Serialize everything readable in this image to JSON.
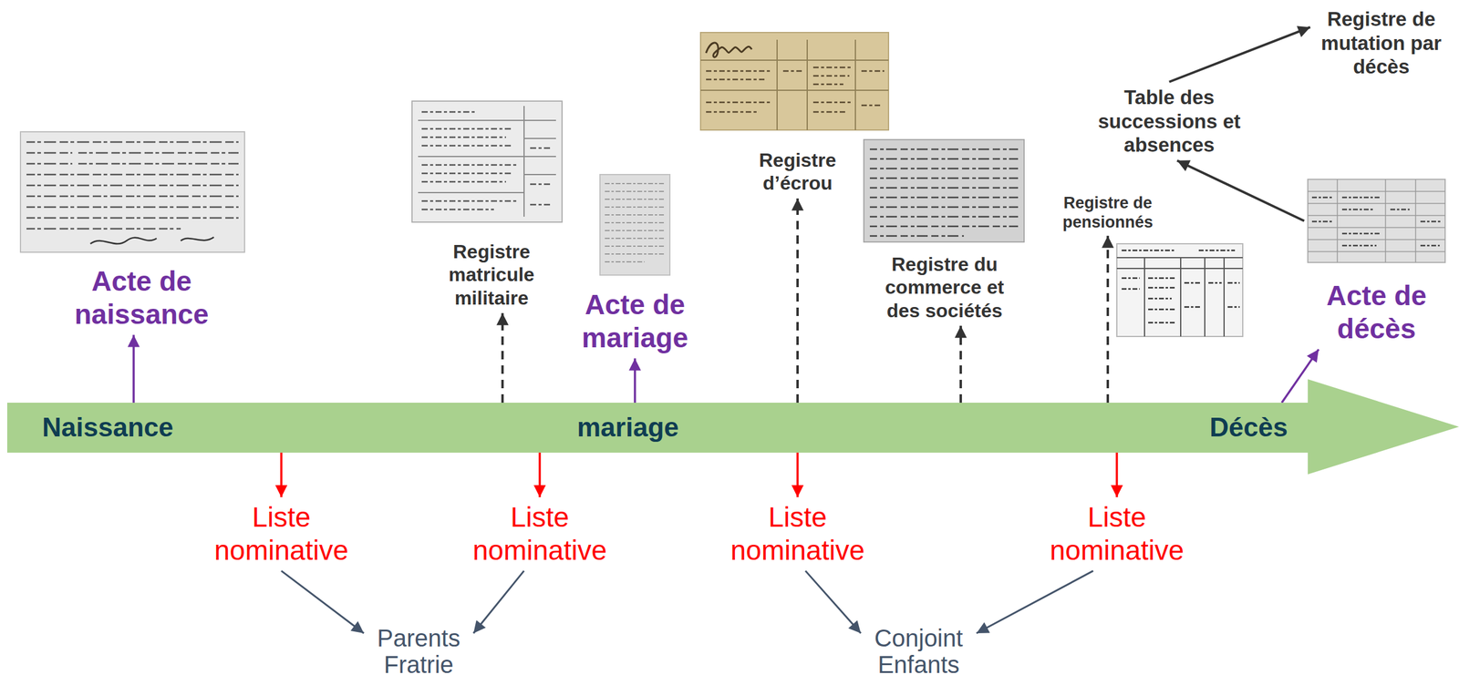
{
  "diagram": {
    "nodes": [
      {
        "text": [
          "Registre de mutation par décès"
        ]
      },
      {
        "text": [
          "Table des successions et absences"
        ]
      },
      {
        "text": [
          "Registre d’écrou"
        ]
      },
      {
        "text": [
          "Registre de pensionnés"
        ]
      },
      {
        "text": [
          "Acte de naissance"
        ]
      },
      {
        "text": [
          "Registre matricule militaire"
        ]
      },
      {
        "text": [
          "Registre du commerce et des sociétés"
        ]
      },
      {
        "text": [
          "Acte de mariage"
        ]
      },
      {
        "text": [
          "Acte de décès"
        ]
      },
      {
        "text": [
          "Naissance",
          "mariage",
          "Décès"
        ]
      },
      {
        "text": [
          "Liste nominative"
        ]
      },
      {
        "text": [
          "Liste nominative"
        ]
      },
      {
        "text": [
          "Liste nominative"
        ]
      },
      {
        "text": [
          "Liste nominative"
        ]
      },
      {
        "text": [
          "Parents Fratrie"
        ]
      },
      {
        "text": [
          "Conjoint Enfants"
        ]
      }
    ],
    "edges": [
      {
        "from": 9,
        "to": 4,
        "arrow": "to"
      },
      {
        "from": 9,
        "to": 5,
        "arrow": "to"
      },
      {
        "from": 9,
        "to": 7,
        "arrow": "to"
      },
      {
        "from": 9,
        "to": 2,
        "arrow": "to"
      },
      {
        "from": 9,
        "to": 6,
        "arrow": "to"
      },
      {
        "from": 9,
        "to": 3,
        "arrow": "to"
      },
      {
        "from": 9,
        "to": 8,
        "arrow": "to"
      },
      {
        "from": 8,
        "to": 1,
        "arrow": "to"
      },
      {
        "from": 1,
        "to": 0,
        "arrow": "to"
      },
      {
        "from": 9,
        "to": 10,
        "arrow": "to"
      },
      {
        "from": 9,
        "to": 11,
        "arrow": "to"
      },
      {
        "from": 9,
        "to": 12,
        "arrow": "to"
      },
      {
        "from": 9,
        "to": 13,
        "arrow": "to"
      },
      {
        "from": 10,
        "to": 14,
        "arrow": "to"
      },
      {
        "from": 11,
        "to": 14,
        "arrow": "to"
      },
      {
        "from": 12,
        "to": 15,
        "arrow": "to"
      },
      {
        "from": 13,
        "to": 15,
        "arrow": "to"
      }
    ]
  }
}
